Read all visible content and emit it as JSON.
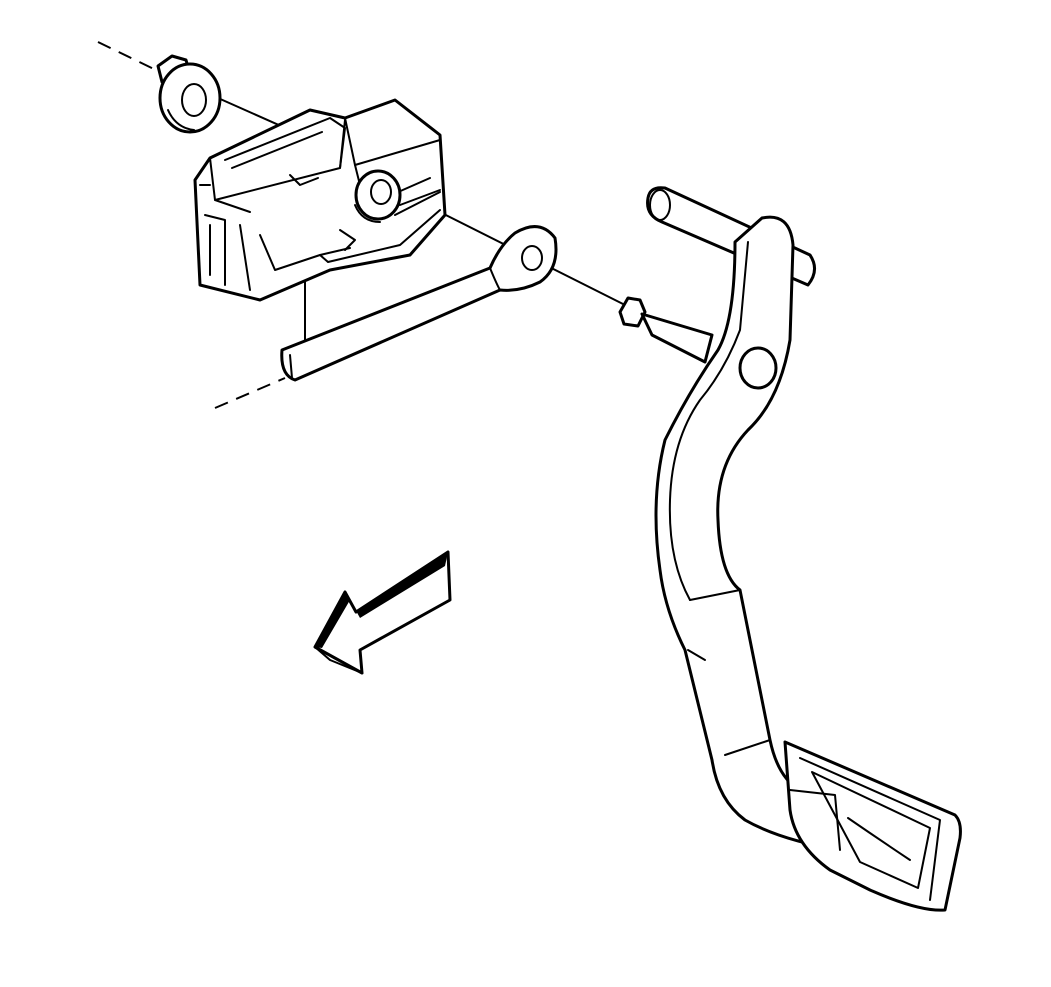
{
  "diagram": {
    "components": [
      "retaining-nut",
      "clutch-switch",
      "pushrod",
      "pin",
      "pedal-bracket",
      "brake-pedal"
    ],
    "direction_arrow": "front-of-vehicle-arrow"
  }
}
